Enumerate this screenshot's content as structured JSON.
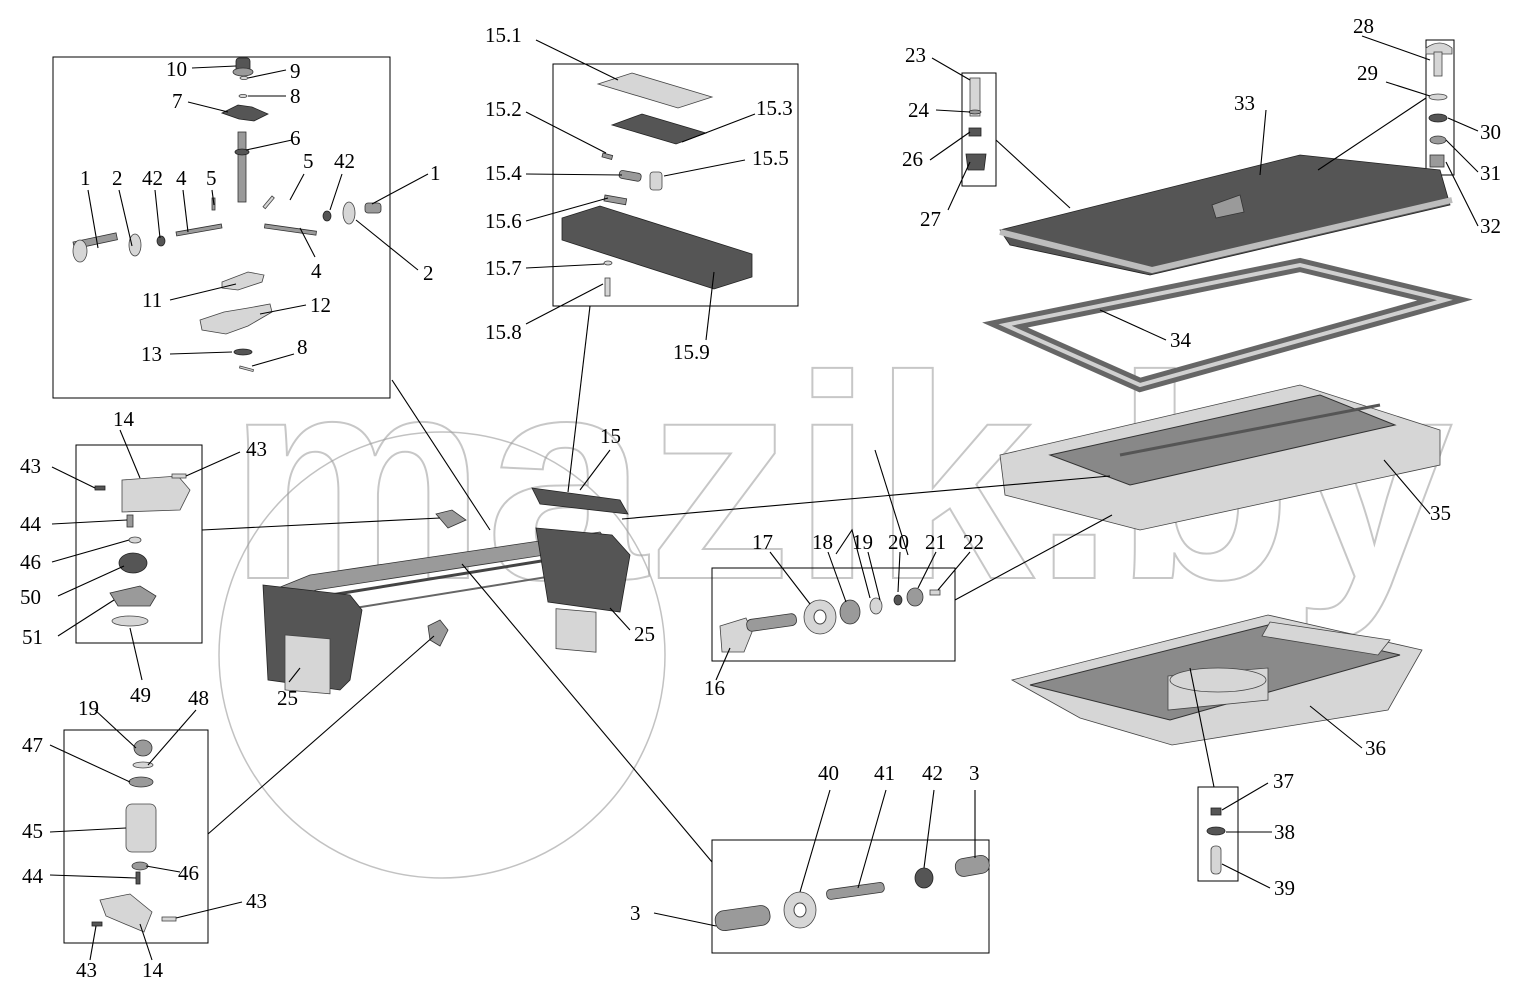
{
  "watermark": {
    "text": "mazik.by"
  },
  "callouts": {
    "c1a": "1",
    "c1b": "1",
    "c2a": "2",
    "c2b": "2",
    "c3a": "3",
    "c3b": "3",
    "c4a": "4",
    "c4b": "4",
    "c5a": "5",
    "c5b": "5",
    "c6": "6",
    "c7": "7",
    "c8a": "8",
    "c8b": "8",
    "c9": "9",
    "c10": "10",
    "c11": "11",
    "c12": "12",
    "c13": "13",
    "c14a": "14",
    "c14b": "14",
    "c15": "15",
    "c15_1": "15.1",
    "c15_2": "15.2",
    "c15_3": "15.3",
    "c15_4": "15.4",
    "c15_5": "15.5",
    "c15_6": "15.6",
    "c15_7": "15.7",
    "c15_8": "15.8",
    "c15_9": "15.9",
    "c16": "16",
    "c17": "17",
    "c18": "18",
    "c19a": "19",
    "c19b": "19",
    "c20": "20",
    "c21": "21",
    "c22": "22",
    "c23": "23",
    "c24": "24",
    "c25a": "25",
    "c25b": "25",
    "c26": "26",
    "c27": "27",
    "c28": "28",
    "c29": "29",
    "c30": "30",
    "c31": "31",
    "c32": "32",
    "c33": "33",
    "c34": "34",
    "c35": "35",
    "c36": "36",
    "c37": "37",
    "c38": "38",
    "c39": "39",
    "c40": "40",
    "c41": "41",
    "c42a": "42",
    "c42b": "42",
    "c42c": "42",
    "c43a": "43",
    "c43b": "43",
    "c43c": "43",
    "c43d": "43",
    "c44a": "44",
    "c44b": "44",
    "c45": "45",
    "c46a": "46",
    "c46b": "46",
    "c47": "47",
    "c48": "48",
    "c49": "49",
    "c50": "50",
    "c51": "51"
  }
}
